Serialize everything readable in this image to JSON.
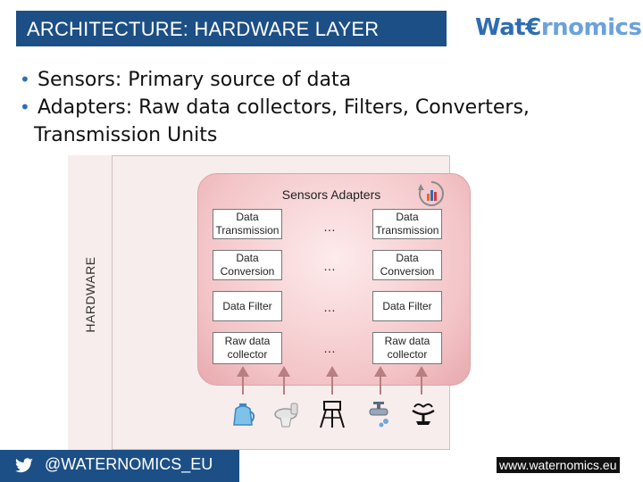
{
  "header": {
    "title": "ARCHITECTURE: HARDWARE LAYER"
  },
  "logo": {
    "prefix": "Wat",
    "euro": "€",
    "mid": "r",
    "tail": "nomics"
  },
  "bullets": [
    "Sensors: Primary source of data",
    "Adapters: Raw data collectors, Filters, Converters,",
    "Transmission Units"
  ],
  "diagram": {
    "side_label": "HARDWARE",
    "group_title": "Sensors Adapters",
    "left_column": [
      "Data Transmission",
      "Data Conversion",
      "Data Filter",
      "Raw data collector"
    ],
    "middle_column": [
      "…",
      "…",
      "…",
      "…"
    ],
    "right_column": [
      "Data Transmission",
      "Data Conversion",
      "Data Filter",
      "Raw data collector"
    ]
  },
  "footer": {
    "twitter": "@WATERNOMICS_EU",
    "site": "www.waternomics.eu"
  },
  "colors": {
    "brand_blue": "#1c4f86",
    "accent_blue": "#2f6db3",
    "adapter_pink": "#f3c4c7"
  }
}
